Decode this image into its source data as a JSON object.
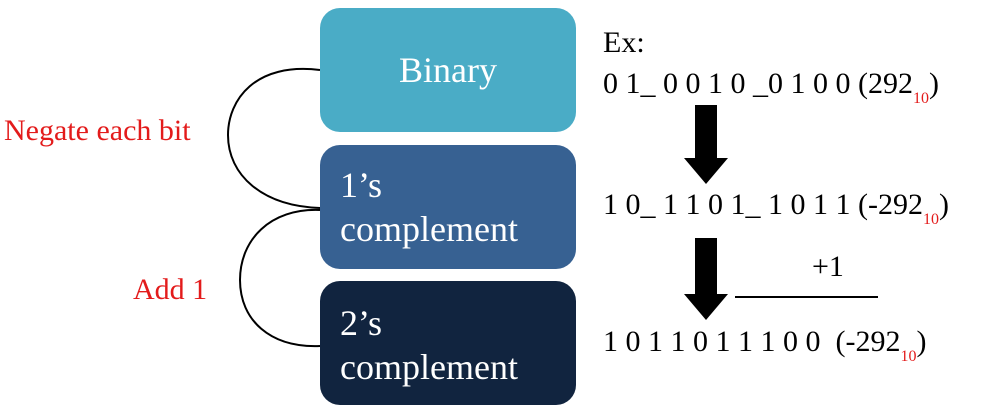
{
  "boxes": {
    "binary": "Binary",
    "ones_line1": "1’s",
    "ones_line2": "complement",
    "twos_line1": "2’s",
    "twos_line2": "complement"
  },
  "labels": {
    "negate": "Negate each bit",
    "add_one": "Add 1"
  },
  "example": {
    "title": "Ex:",
    "row1_bits": "0 1_ 0 0 1 0 _0 1 0 0",
    "row1_value": " (292",
    "row1_base": "10",
    "row1_close": ")",
    "row2_bits": "1 0_ 1 1 0 1_ 1 0 1 1",
    "row2_value": " (-292",
    "row2_base": "10",
    "row2_close": ")",
    "row3_bits": "1 0 1 1 0 1 1 1 0 0",
    "row3_value": "  (-292",
    "row3_base": "10",
    "row3_close": ")",
    "plus_one": "+1"
  },
  "colors": {
    "binary_box": "#4aacc6",
    "ones_box": "#376192",
    "twos_box": "#11243f",
    "label_red": "#e31b1b"
  }
}
